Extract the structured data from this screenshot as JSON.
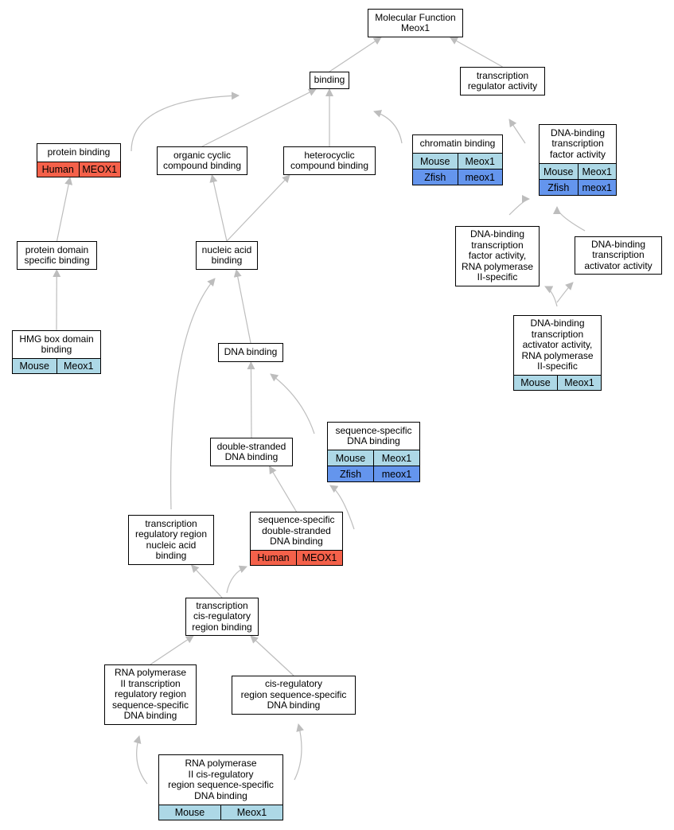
{
  "colors": {
    "edge": "#bdbdbd",
    "human": "#f4614a",
    "mouse": "#add8e6",
    "zfish": "#6495ed",
    "border": "#000000",
    "background": "#ffffff"
  },
  "graph": {
    "nodes": [
      {
        "id": "mf",
        "label": "Molecular Function\nMeox1",
        "rows": []
      },
      {
        "id": "binding",
        "label": "binding",
        "rows": []
      },
      {
        "id": "tra",
        "label": "transcription\nregulator activity",
        "rows": []
      },
      {
        "id": "protein_binding",
        "label": "protein binding",
        "rows": [
          {
            "species": "Human",
            "gene": "MEOX1",
            "color": "human"
          }
        ]
      },
      {
        "id": "organic",
        "label": "organic cyclic\ncompound binding",
        "rows": []
      },
      {
        "id": "hetero",
        "label": "heterocyclic\ncompound binding",
        "rows": []
      },
      {
        "id": "chromatin",
        "label": "chromatin binding",
        "rows": [
          {
            "species": "Mouse",
            "gene": "Meox1",
            "color": "mouse"
          },
          {
            "species": "Zfish",
            "gene": "meox1",
            "color": "zfish"
          }
        ]
      },
      {
        "id": "dbtfa",
        "label": "DNA-binding\ntranscription\nfactor activity",
        "rows": [
          {
            "species": "Mouse",
            "gene": "Meox1",
            "color": "mouse"
          },
          {
            "species": "Zfish",
            "gene": "meox1",
            "color": "zfish"
          }
        ]
      },
      {
        "id": "pdsb",
        "label": "protein domain\nspecific binding",
        "rows": []
      },
      {
        "id": "nab",
        "label": "nucleic acid\nbinding",
        "rows": []
      },
      {
        "id": "dbtfa_pol2",
        "label": "DNA-binding\ntranscription\nfactor activity,\nRNA polymerase\nII-specific",
        "rows": []
      },
      {
        "id": "dbtaa",
        "label": "DNA-binding\ntranscription\nactivator activity",
        "rows": []
      },
      {
        "id": "hmg",
        "label": "HMG box domain\nbinding",
        "rows": [
          {
            "species": "Mouse",
            "gene": "Meox1",
            "color": "mouse"
          }
        ]
      },
      {
        "id": "dbtaa_pol2",
        "label": "DNA-binding\ntranscription\nactivator activity,\nRNA polymerase\nII-specific",
        "rows": [
          {
            "species": "Mouse",
            "gene": "Meox1",
            "color": "mouse"
          }
        ]
      },
      {
        "id": "dna",
        "label": "DNA binding",
        "rows": []
      },
      {
        "id": "ssdna",
        "label": "sequence-specific\nDNA binding",
        "rows": [
          {
            "species": "Mouse",
            "gene": "Meox1",
            "color": "mouse"
          },
          {
            "species": "Zfish",
            "gene": "meox1",
            "color": "zfish"
          }
        ]
      },
      {
        "id": "dsdna",
        "label": "double-stranded\nDNA binding",
        "rows": []
      },
      {
        "id": "trrnab",
        "label": "transcription\nregulatory region\nnucleic acid\nbinding",
        "rows": []
      },
      {
        "id": "ssdsdna",
        "label": "sequence-specific\ndouble-stranded\nDNA binding",
        "rows": [
          {
            "species": "Human",
            "gene": "MEOX1",
            "color": "human"
          }
        ]
      },
      {
        "id": "tcrrb",
        "label": "transcription\ncis-regulatory\nregion binding",
        "rows": []
      },
      {
        "id": "rnap2_trr",
        "label": "RNA polymerase\nII transcription\nregulatory region\nsequence-specific\nDNA binding",
        "rows": []
      },
      {
        "id": "cisreg",
        "label": "cis-regulatory\nregion sequence-specific\nDNA binding",
        "rows": []
      },
      {
        "id": "rnap2_cis",
        "label": "RNA polymerase\nII cis-regulatory\nregion sequence-specific\nDNA binding",
        "rows": [
          {
            "species": "Mouse",
            "gene": "Meox1",
            "color": "mouse"
          }
        ]
      }
    ],
    "edges": [
      {
        "from": "binding",
        "to": "mf"
      },
      {
        "from": "tra",
        "to": "mf"
      },
      {
        "from": "protein_binding",
        "to": "binding"
      },
      {
        "from": "organic",
        "to": "binding"
      },
      {
        "from": "hetero",
        "to": "binding"
      },
      {
        "from": "chromatin",
        "to": "binding"
      },
      {
        "from": "dbtfa",
        "to": "tra"
      },
      {
        "from": "pdsb",
        "to": "protein_binding"
      },
      {
        "from": "hmg",
        "to": "pdsb"
      },
      {
        "from": "nab",
        "to": "organic"
      },
      {
        "from": "nab",
        "to": "hetero"
      },
      {
        "from": "dbtfa_pol2",
        "to": "dbtfa"
      },
      {
        "from": "dbtaa",
        "to": "dbtfa"
      },
      {
        "from": "dbtaa_pol2",
        "to": "dbtfa_pol2"
      },
      {
        "from": "dbtaa_pol2",
        "to": "dbtaa"
      },
      {
        "from": "dna",
        "to": "nab"
      },
      {
        "from": "trrnab",
        "to": "nab"
      },
      {
        "from": "dsdna",
        "to": "dna"
      },
      {
        "from": "ssdna",
        "to": "dna"
      },
      {
        "from": "ssdsdna",
        "to": "dsdna"
      },
      {
        "from": "ssdsdna",
        "to": "ssdna"
      },
      {
        "from": "tcrrb",
        "to": "trrnab"
      },
      {
        "from": "tcrrb",
        "to": "ssdsdna"
      },
      {
        "from": "rnap2_trr",
        "to": "tcrrb"
      },
      {
        "from": "cisreg",
        "to": "tcrrb"
      },
      {
        "from": "rnap2_cis",
        "to": "rnap2_trr"
      },
      {
        "from": "rnap2_cis",
        "to": "cisreg"
      }
    ]
  }
}
